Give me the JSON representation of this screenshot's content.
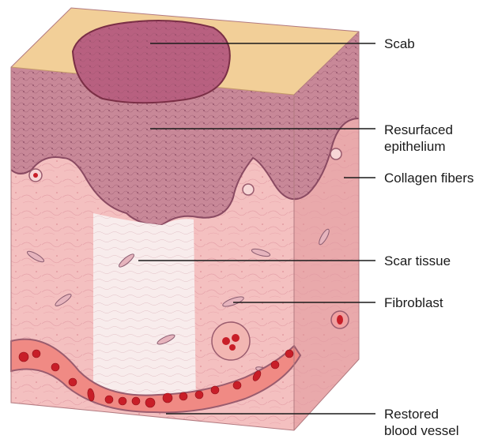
{
  "labels": {
    "scab": "Scab",
    "resurfaced_epithelium": [
      "Resurfaced",
      "epithelium"
    ],
    "collagen_fibers": "Collagen fibers",
    "scar_tissue": "Scar tissue",
    "fibroblast": "Fibroblast",
    "restored_blood_vessel": [
      "Restored",
      "blood vessel"
    ]
  },
  "colors": {
    "top_surface": "#f2cf98",
    "scab": "#b86080",
    "epithelium": "#c88898",
    "dermis": "#f4c0c0",
    "scar_tissue": "#f8ecec",
    "blood_vessel": "#f08a84",
    "red_blood_cell": "#c81e28"
  }
}
